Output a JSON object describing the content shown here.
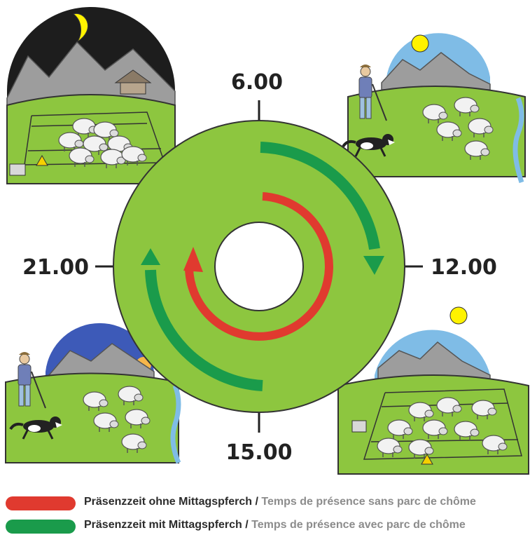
{
  "times": {
    "top": "6.00",
    "right": "12.00",
    "bottom": "15.00",
    "left": "21.00"
  },
  "colors": {
    "ring": "#8dc63f",
    "red_arc": "#e03a2f",
    "green_arc": "#1a9b4b",
    "grass": "#8dc63f",
    "mountain": "#9d9d9d",
    "night_sky": "#1d1d1d",
    "day_sky": "#7fbce6",
    "evening_sky": "#3d5ab8",
    "sun": "#fff200",
    "moon": "#fff200",
    "water": "#7fbce6"
  },
  "legend": [
    {
      "color": "#e03a2f",
      "text_de": "Präsenzzeit ohne Mittagspferch",
      "separator": " / ",
      "text_fr": "Temps de présence sans parc de chôme"
    },
    {
      "color": "#1a9b4b",
      "text_de": "Präsenzzeit mit Mittagspferch",
      "separator": " / ",
      "text_fr": "Temps de présence avec parc de chôme"
    }
  ]
}
